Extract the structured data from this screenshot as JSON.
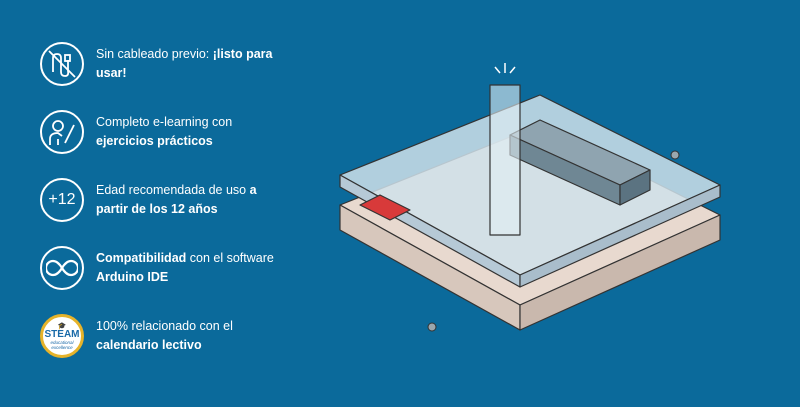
{
  "features": [
    {
      "icon": "no-cable-icon",
      "parts": [
        {
          "text": "Sin cableado previo:  ",
          "bold": false
        },
        {
          "text": "¡listo para usar!",
          "bold": true
        }
      ]
    },
    {
      "icon": "e-learning-icon",
      "parts": [
        {
          "text": "Completo e-learning con ",
          "bold": false
        },
        {
          "text": "ejercicios prácticos",
          "bold": true
        }
      ]
    },
    {
      "icon": "age-12-icon",
      "label": "+12",
      "parts": [
        {
          "text": "Edad recomendada de uso ",
          "bold": false
        },
        {
          "text": "a partir de los 12 años",
          "bold": true
        }
      ]
    },
    {
      "icon": "arduino-infinity-icon",
      "parts": [
        {
          "text": "Compatibilidad",
          "bold": true
        },
        {
          "text": " con el software ",
          "bold": false
        },
        {
          "text": "Arduino IDE",
          "bold": true
        }
      ]
    },
    {
      "icon": "steam-badge-icon",
      "badge": {
        "title": "STEAM",
        "line1": "educational",
        "line2": "excellence"
      },
      "parts": [
        {
          "text": "100% relacionado con el ",
          "bold": false
        },
        {
          "text": "calendario lectivo",
          "bold": true
        }
      ]
    }
  ],
  "colors": {
    "background": "#0b6a9b",
    "badge_ring": "#e6b32a"
  }
}
